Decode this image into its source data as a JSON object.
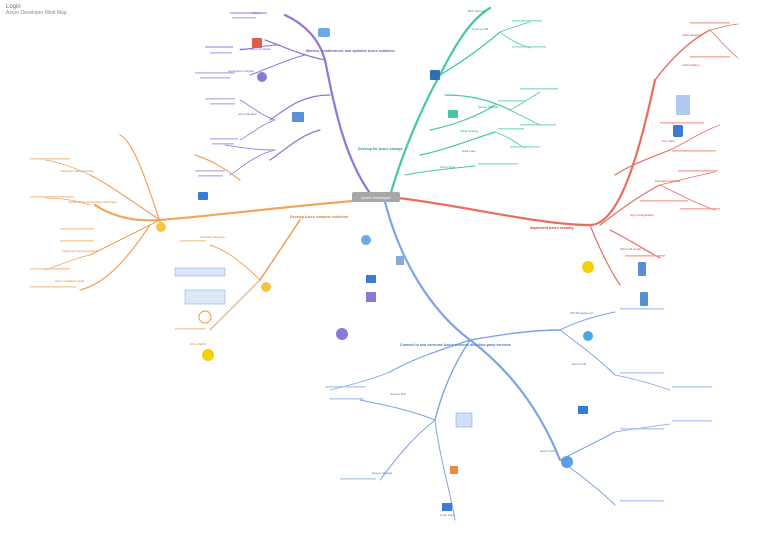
{
  "header": {
    "title": "Login",
    "subtitle": "Azure Developer Mind Map"
  },
  "center": {
    "label": "Azure Developer"
  },
  "colors": {
    "purple": "#8c78d8",
    "teal": "#43c6a9",
    "red": "#e66f61",
    "orange": "#f0a45e",
    "blue": "#7fa3e6",
    "center_bg": "#a7a7a7"
  },
  "branches": [
    {
      "key": "compute",
      "label": "Develop Azure compute solutions",
      "color": "#f0a45e",
      "children": [
        "Implement IaaS solutions",
        "Create Azure App Service Web Apps",
        "Implement Azure functions",
        "Azure Container Apps",
        "Container Registry",
        "Azure Batch"
      ]
    },
    {
      "key": "storage",
      "label": "Develop for Azure storage",
      "color": "#43c6a9",
      "children": [
        "Blob Storage",
        "Cosmos DB",
        "Queue Storage",
        "Table Storage",
        "Data Lake",
        "Azure Files"
      ]
    },
    {
      "key": "security",
      "label": "Implement Azure security",
      "color": "#e66f61",
      "children": [
        "Authentication",
        "Authorization",
        "Key Vault",
        "Managed Identities",
        "App Configuration",
        "Microsoft Graph"
      ]
    },
    {
      "key": "monitor",
      "label": "Monitor, troubleshoot, and optimize Azure solutions",
      "color": "#8c78d8",
      "children": [
        "Azure CDN",
        "Azure Cache for Redis",
        "Application Insights",
        "Azure Monitor"
      ]
    },
    {
      "key": "connect",
      "label": "Connect to and consume Azure services and third-party services",
      "color": "#7fa3e6",
      "children": [
        "API Management",
        "Event Grid",
        "Event Hubs",
        "Service Bus",
        "Queue Storage",
        "Logic Apps"
      ]
    }
  ]
}
